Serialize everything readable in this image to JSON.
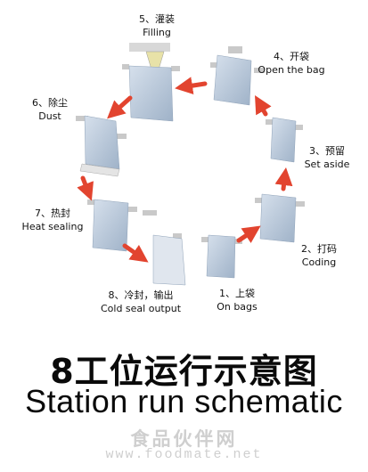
{
  "steps": [
    {
      "cn": "5、灌装",
      "en": "Filling"
    },
    {
      "cn": "4、开袋",
      "en": "Open the bag"
    },
    {
      "cn": "3、预留",
      "en": "Set aside"
    },
    {
      "cn": "2、打码",
      "en": "Coding"
    },
    {
      "cn": "1、上袋",
      "en": "On bags"
    },
    {
      "cn": "8、冷封，输出",
      "en": "Cold seal output"
    },
    {
      "cn": "7、热封",
      "en": "Heat sealing"
    },
    {
      "cn": "6、除尘",
      "en": "Dust"
    }
  ],
  "title": {
    "cn": "8工位运行示意图",
    "en": "Station run schematic"
  },
  "watermark": {
    "cn": "食品伙伴网",
    "url": "www.foodmate.net"
  },
  "colors": {
    "arrow": "#e2442f",
    "bag": "#b8c8dc",
    "clamp": "#c9c9c9"
  }
}
